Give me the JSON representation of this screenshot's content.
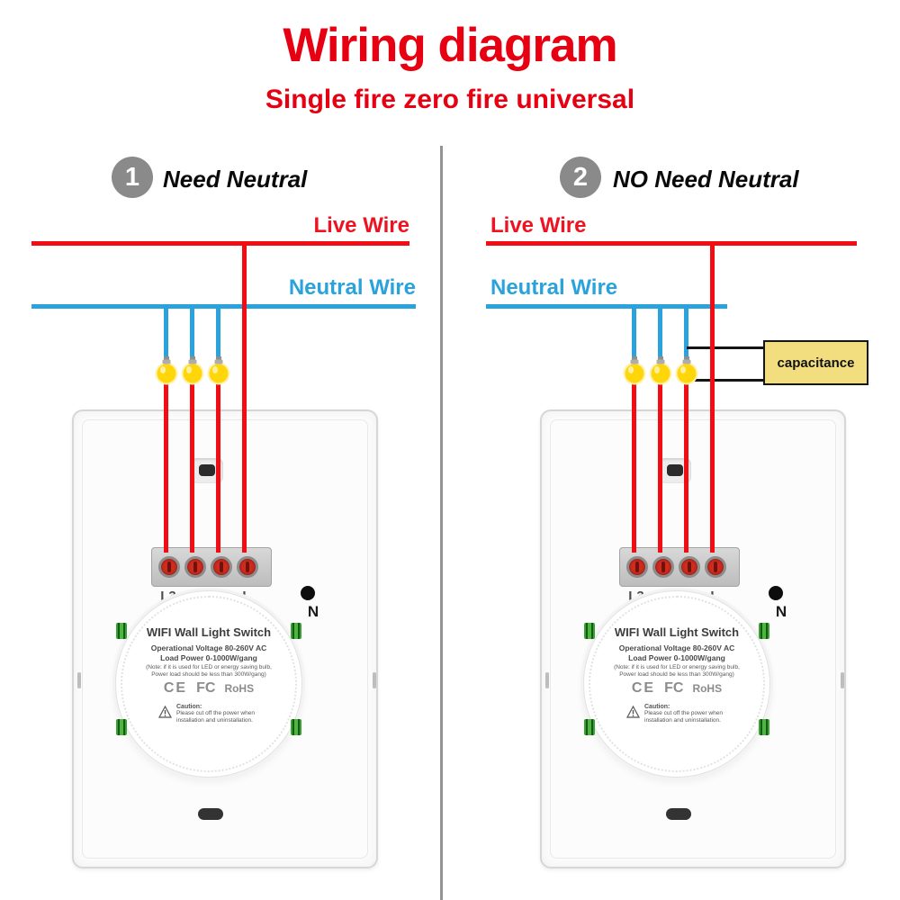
{
  "title": "Wiring diagram",
  "subtitle": "Single fire zero fire universal",
  "sections": [
    {
      "number": "1",
      "heading": "Need Neutral",
      "live_label": "Live Wire",
      "neutral_label": "Neutral Wire"
    },
    {
      "number": "2",
      "heading": "NO Need Neutral",
      "live_label": "Live Wire",
      "neutral_label": "Neutral Wire",
      "capacitor_label": "capacitance"
    }
  ],
  "device": {
    "terminals": [
      "L3",
      "L2",
      "L1",
      "L"
    ],
    "neutral_terminal": "N",
    "disc": {
      "title": "WIFI Wall Light Switch",
      "voltage": "Operational Voltage  80-260V AC",
      "power": "Load Power 0-1000W/gang",
      "note1": "(Note:  if it is used for LED or energy saving bulb,",
      "note2": "Power load should be less than 300W/gang)",
      "cert_ce": "CE",
      "cert_fcc": "FC",
      "cert_rohs": "RoHS",
      "caution_title": "Caution:",
      "caution_text": "Please cut off the power when installation and uninstallation."
    }
  },
  "colors": {
    "accent_red": "#e60012",
    "wire_red": "#f20d14",
    "wire_blue": "#2aa3dc",
    "badge_gray": "#8a8a8a",
    "capacitor_yellow": "#f2de7f",
    "capacitor_wire_black": "#141414"
  }
}
